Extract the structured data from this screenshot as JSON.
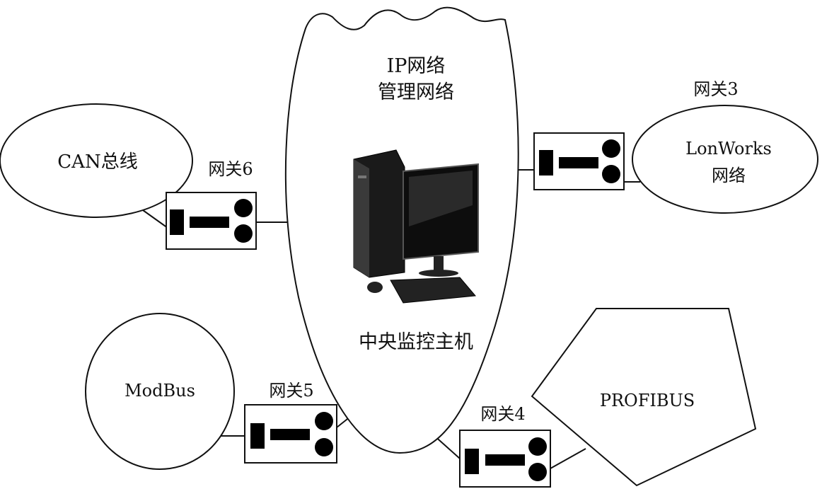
{
  "ip_network": {
    "line1": "IP网络",
    "line2": "管理网络",
    "host_label": "中央监控主机"
  },
  "networks": {
    "can": "CAN总线",
    "lonworks_line1": "LonWorks",
    "lonworks_line2": "网络",
    "modbus": "ModBus",
    "profibus": "PROFIBUS"
  },
  "gateways": {
    "g3": "网关3",
    "g4": "网关4",
    "g5": "网关5",
    "g6": "网关6"
  }
}
